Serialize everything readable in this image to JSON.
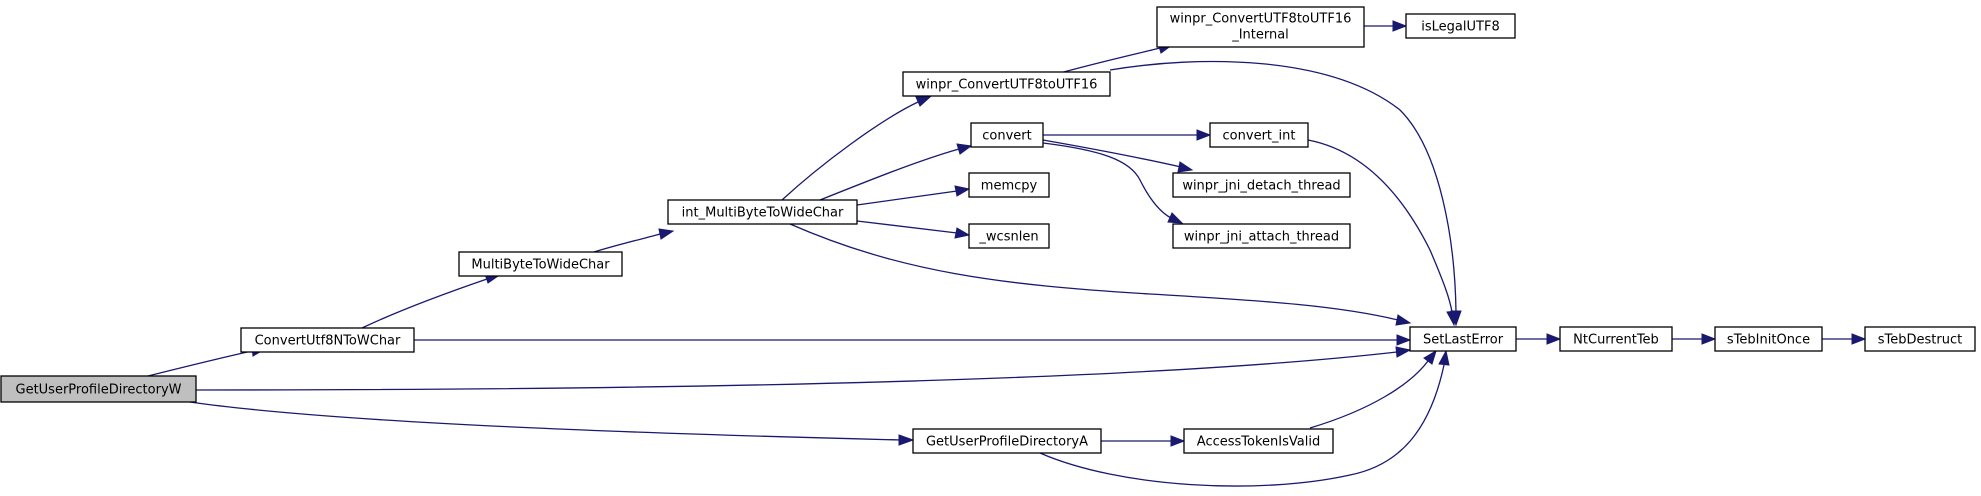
{
  "colors": {
    "edge": "#191970",
    "node_fill": "#ffffff",
    "root_fill": "#bfbfbf",
    "border": "#000000"
  },
  "nodes": {
    "GetUserProfileDirectoryW": {
      "label": "GetUserProfileDirectoryW",
      "root": true
    },
    "ConvertUtf8NToWChar": {
      "label": "ConvertUtf8NToWChar"
    },
    "MultiByteToWideChar": {
      "label": "MultiByteToWideChar"
    },
    "int_MultiByteToWideChar": {
      "label": "int_MultiByteToWideChar"
    },
    "winpr_ConvertUTF8toUTF16": {
      "label": "winpr_ConvertUTF8toUTF16"
    },
    "winpr_ConvertUTF8toUTF16_Internal": {
      "label": "winpr_ConvertUTF8toUTF16",
      "label2": "_Internal"
    },
    "isLegalUTF8": {
      "label": "isLegalUTF8"
    },
    "convert": {
      "label": "convert"
    },
    "convert_int": {
      "label": "convert_int"
    },
    "winpr_jni_detach_thread": {
      "label": "winpr_jni_detach_thread"
    },
    "winpr_jni_attach_thread": {
      "label": "winpr_jni_attach_thread"
    },
    "memcpy": {
      "label": "memcpy"
    },
    "_wcsnlen": {
      "label": "_wcsnlen"
    },
    "SetLastError": {
      "label": "SetLastError"
    },
    "NtCurrentTeb": {
      "label": "NtCurrentTeb"
    },
    "sTebInitOnce": {
      "label": "sTebInitOnce"
    },
    "sTebDestruct": {
      "label": "sTebDestruct"
    },
    "GetUserProfileDirectoryA": {
      "label": "GetUserProfileDirectoryA"
    },
    "AccessTokenIsValid": {
      "label": "AccessTokenIsValid"
    }
  },
  "edges": [
    {
      "from": "GetUserProfileDirectoryW",
      "to": "ConvertUtf8NToWChar"
    },
    {
      "from": "GetUserProfileDirectoryW",
      "to": "SetLastError"
    },
    {
      "from": "GetUserProfileDirectoryW",
      "to": "GetUserProfileDirectoryA"
    },
    {
      "from": "ConvertUtf8NToWChar",
      "to": "MultiByteToWideChar"
    },
    {
      "from": "ConvertUtf8NToWChar",
      "to": "SetLastError"
    },
    {
      "from": "MultiByteToWideChar",
      "to": "int_MultiByteToWideChar"
    },
    {
      "from": "int_MultiByteToWideChar",
      "to": "winpr_ConvertUTF8toUTF16"
    },
    {
      "from": "int_MultiByteToWideChar",
      "to": "convert"
    },
    {
      "from": "int_MultiByteToWideChar",
      "to": "memcpy"
    },
    {
      "from": "int_MultiByteToWideChar",
      "to": "_wcsnlen"
    },
    {
      "from": "int_MultiByteToWideChar",
      "to": "SetLastError"
    },
    {
      "from": "winpr_ConvertUTF8toUTF16",
      "to": "winpr_ConvertUTF8toUTF16_Internal"
    },
    {
      "from": "winpr_ConvertUTF8toUTF16",
      "to": "SetLastError"
    },
    {
      "from": "winpr_ConvertUTF8toUTF16_Internal",
      "to": "isLegalUTF8"
    },
    {
      "from": "convert",
      "to": "convert_int"
    },
    {
      "from": "convert",
      "to": "winpr_jni_detach_thread"
    },
    {
      "from": "convert",
      "to": "winpr_jni_attach_thread"
    },
    {
      "from": "convert_int",
      "to": "SetLastError"
    },
    {
      "from": "SetLastError",
      "to": "NtCurrentTeb"
    },
    {
      "from": "NtCurrentTeb",
      "to": "sTebInitOnce"
    },
    {
      "from": "sTebInitOnce",
      "to": "sTebDestruct"
    },
    {
      "from": "GetUserProfileDirectoryA",
      "to": "AccessTokenIsValid"
    },
    {
      "from": "GetUserProfileDirectoryA",
      "to": "SetLastError"
    },
    {
      "from": "AccessTokenIsValid",
      "to": "SetLastError"
    }
  ]
}
